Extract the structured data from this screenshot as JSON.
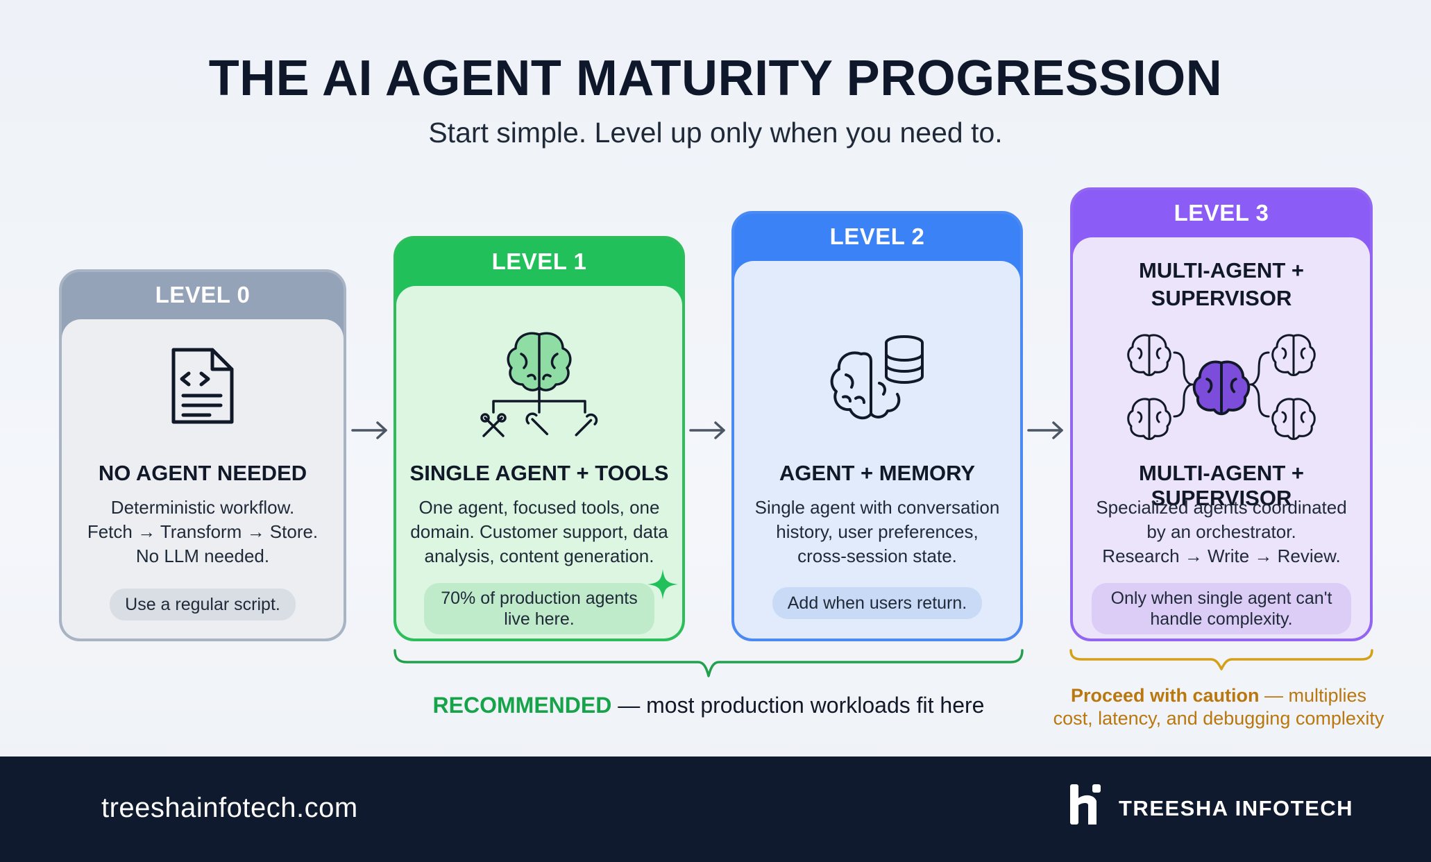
{
  "header": {
    "title": "THE AI AGENT MATURITY PROGRESSION",
    "subtitle": "Start simple. Level up only when you need to."
  },
  "levels": [
    {
      "label": "LEVEL 0",
      "heading": "NO AGENT NEEDED",
      "desc_lines": [
        "Deterministic workflow.",
        "Fetch → Transform → Store.",
        "No LLM needed."
      ],
      "pill": "Use a regular script.",
      "icon": "code-document-icon",
      "header_color": "#94a3b8",
      "body_color": "#eceef2",
      "border_color": "#a8b3c4"
    },
    {
      "label": "LEVEL 1",
      "heading": "SINGLE AGENT + TOOLS",
      "desc_lines": [
        "One agent, focused tools, one",
        "domain. Customer support, data",
        "analysis, content generation."
      ],
      "pill_lines": [
        "70% of production agents",
        "live here."
      ],
      "icon": "brain-with-tools-icon",
      "header_color": "#22c05a",
      "body_color": "#dcf6e2",
      "border_color": "#2dbd5a"
    },
    {
      "label": "LEVEL 2",
      "heading": "AGENT + MEMORY",
      "desc_lines": [
        "Single agent with conversation",
        "history, user preferences,",
        "cross-session state."
      ],
      "pill": "Add when users return.",
      "icon": "brain-with-database-icon",
      "header_color": "#3b82f6",
      "body_color": "#e2ebfb",
      "border_color": "#4a8af2"
    },
    {
      "label": "LEVEL 3",
      "title_lines": [
        "MULTI-AGENT +",
        "SUPERVISOR"
      ],
      "heading": "MULTI-AGENT + SUPERVISOR",
      "desc_lines": [
        "Specialized agents coordinated",
        "by an orchestrator.",
        "Research → Write → Review."
      ],
      "pill_lines": [
        "Only when single agent can't",
        "handle complexity."
      ],
      "icon": "multi-brain-network-icon",
      "header_color": "#8b5cf6",
      "body_color": "#ece4fb",
      "border_color": "#9366f2"
    }
  ],
  "notes": {
    "recommended_strong": "RECOMMENDED",
    "recommended_rest": " — most production workloads fit here",
    "caution_strong": "Proceed with caution",
    "caution_rest_1": " — multiplies",
    "caution_rest_2": "cost, latency, and debugging complexity"
  },
  "footer": {
    "url": "treeshainfotech.com",
    "brand": "TREESHA INFOTECH",
    "colors": {
      "background": "#0f1a2e",
      "text": "#ffffff"
    }
  }
}
